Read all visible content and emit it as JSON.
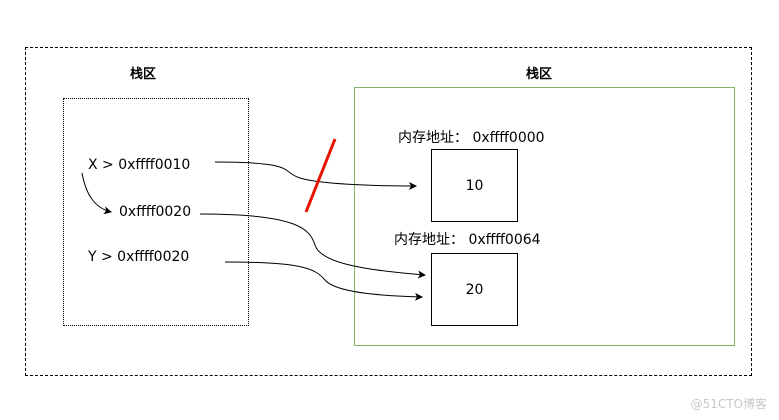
{
  "stack_area": {
    "title": "栈区",
    "lines": {
      "x_ref": "X > 0xffff0010",
      "mid_addr": "0xffff0020",
      "y_ref": "Y > 0xffff0020"
    }
  },
  "heap_area": {
    "title": "栈区",
    "blocks": [
      {
        "address_label": "内存地址：  0xffff0000",
        "value": "10"
      },
      {
        "address_label": "内存地址：  0xffff0064",
        "value": "20"
      }
    ]
  },
  "watermark": "@51CTO博客",
  "colors": {
    "heap_border": "#82b366",
    "cut_mark": "#e51400",
    "line": "#000000"
  }
}
